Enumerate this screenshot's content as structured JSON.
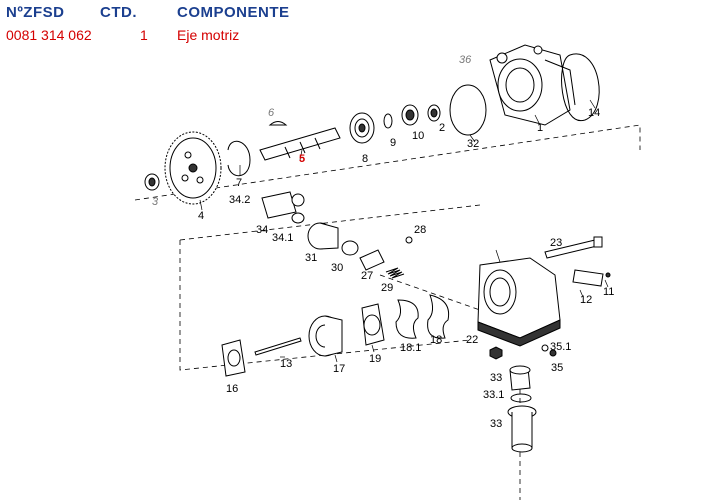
{
  "header": {
    "col_number": "NºZFSD",
    "col_qty": "CTD.",
    "col_component": "COMPONENTE"
  },
  "row": {
    "number": "0081 314 062",
    "qty": "1",
    "component": "Eje motriz"
  },
  "parts": {
    "p1": "1",
    "p2": "2",
    "p3": "3",
    "p4": "4",
    "p5": "5",
    "p6": "6",
    "p7": "7",
    "p8": "8",
    "p9": "9",
    "p10": "10",
    "p11": "11",
    "p12": "12",
    "p13": "13",
    "p14": "14",
    "p16": "16",
    "p17": "17",
    "p18": "18",
    "p18_1": "18.1",
    "p19": "19",
    "p22": "22",
    "p23": "23",
    "p27": "27",
    "p28": "28",
    "p29": "29",
    "p30": "30",
    "p31": "31",
    "p32": "32",
    "p33a": "33",
    "p33_1": "33.1",
    "p33b": "33",
    "p34": "34",
    "p34_1": "34.1",
    "p34_2": "34.2",
    "p35": "35",
    "p35_1": "35.1",
    "p36": "36"
  },
  "highlight_color": "#d40000",
  "header_color": "#1b3f8f"
}
